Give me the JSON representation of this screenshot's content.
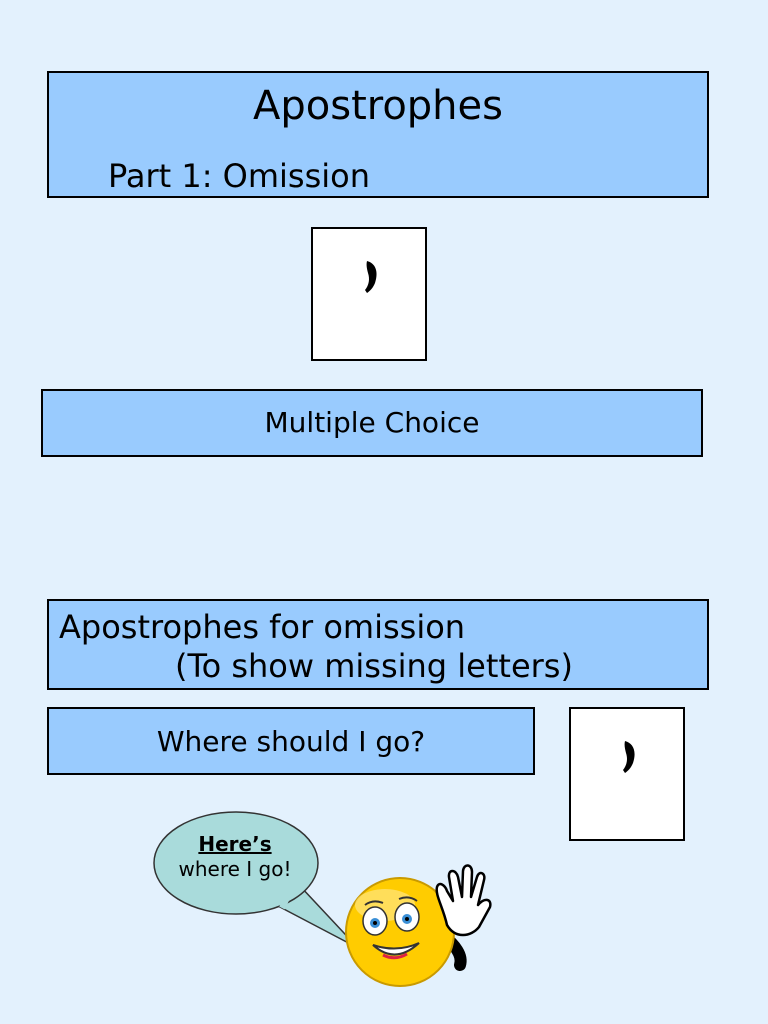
{
  "title": {
    "heading": "Apostrophes",
    "subheading": "Part 1: Omission"
  },
  "apostrophe_card": {
    "symbol": "apostrophe-glyph"
  },
  "multiple_choice": {
    "label": "Multiple Choice"
  },
  "omission": {
    "line1": "Apostrophes for omission",
    "line2": "(To show missing letters)"
  },
  "where": {
    "label": "Where should I go?"
  },
  "speech_bubble": {
    "emphasis": "Here’s",
    "rest": "where I go!"
  },
  "colors": {
    "background": "#e3f1fd",
    "box_fill": "#99cbfe",
    "bubble_fill": "#a9dbdb",
    "smiley": "#ffcc00"
  }
}
